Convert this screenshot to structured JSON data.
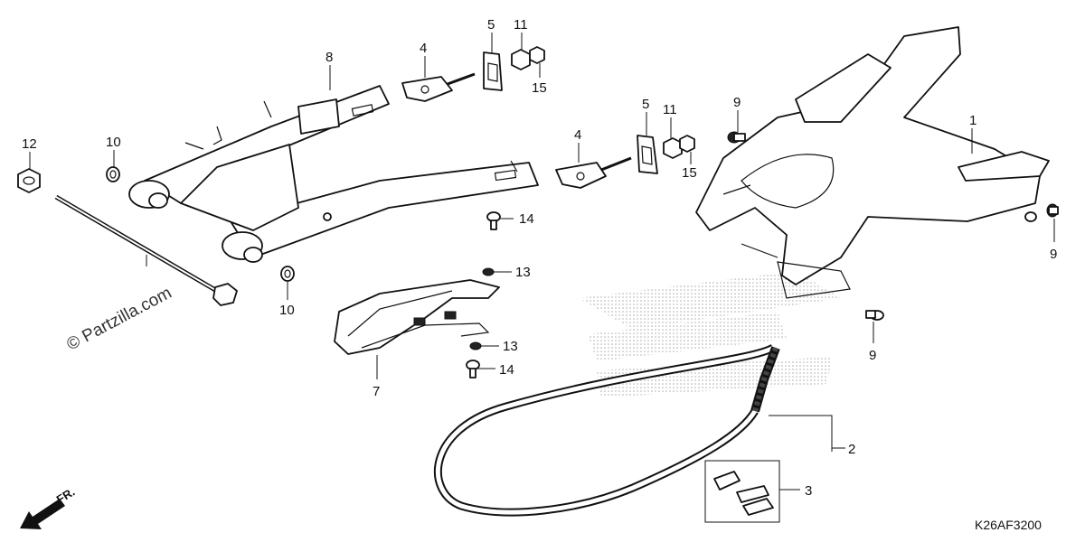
{
  "diagram": {
    "watermark": "© Partzilla.com",
    "code": "K26AF3200",
    "direction": "FR.",
    "callouts": {
      "c1": "1",
      "c2": "2",
      "c3": "3",
      "c4a": "4",
      "c4b": "4",
      "c5a": "5",
      "c5b": "5",
      "c7": "7",
      "c8": "8",
      "c9a": "9",
      "c9b": "9",
      "c9c": "9",
      "c10a": "10",
      "c10b": "10",
      "c11a": "11",
      "c11b": "11",
      "c12": "12",
      "c13a": "13",
      "c13b": "13",
      "c14a": "14",
      "c14b": "14",
      "c15a": "15",
      "c15b": "15"
    }
  }
}
